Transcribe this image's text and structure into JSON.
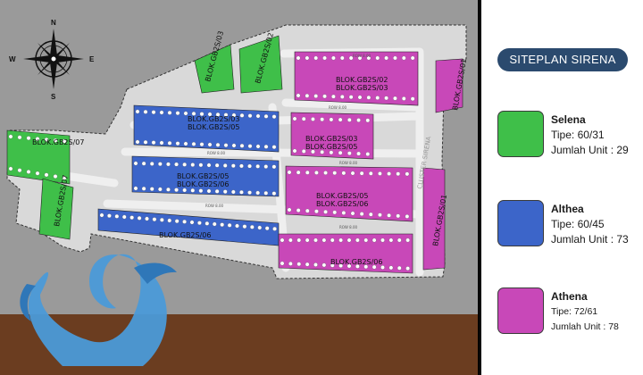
{
  "compass": {
    "n": "N",
    "s": "S",
    "e": "E",
    "w": "W"
  },
  "title": "SITEPLAN SIRENA",
  "colors": {
    "selena": "#3fbf49",
    "althea": "#3c65c9",
    "athena": "#c848b8",
    "ground": "#6b3d20",
    "background": "#9a9a9a",
    "road": "#e8e8e8",
    "title": "#2b4a6e"
  },
  "legend": [
    {
      "name": "Selena",
      "tipe": "Tipe: 60/31",
      "jumlah": "Jumlah Unit : 29",
      "color": "#3fbf49"
    },
    {
      "name": "Althea",
      "tipe": "Tipe: 60/45",
      "jumlah": "Jumlah Unit : 73",
      "color": "#3c65c9"
    },
    {
      "name": "Athena",
      "tipe": "Tipe: 72/61",
      "jumlah": "Jumlah Unit : 78",
      "color": "#c848b8"
    }
  ],
  "blocks": {
    "gb2s_03_top": "BLOK.GB2S/03",
    "gb2s_02_top": "BLOK.GB2S/02",
    "gb2s_02": "BLOK.GB2S/02",
    "gb2s_03a": "BLOK.GB2S/03",
    "gb2s_03b": "BLOK.GB2S/03",
    "gb2s_05a": "BLOK.GB2S/05",
    "gb2s_03c": "BLOK.GB2S/03",
    "gb2s_05b": "BLOK.GB2S/05",
    "gb2s_07": "BLOK.GB2S/07",
    "gb2s_05c": "BLOK.GB2S/05",
    "gb2s_06a": "BLOK.GB2S/06",
    "gb2s_05d": "BLOK.GB2S/05",
    "gb2s_06b": "BLOK.GB2S/06",
    "gb2s_07v": "BLOK.GB2S/07",
    "gb2s_06c": "BLOK.GB2S/06",
    "gb2s_06d": "BLOK.GB2S/06",
    "gb2s_01a": "BLOK.GB2S/01",
    "gb2s_01b": "BLOK.GB2S/01"
  },
  "cluster_label": "CLUSTER SIRENA",
  "row_label": "ROW 8.00"
}
